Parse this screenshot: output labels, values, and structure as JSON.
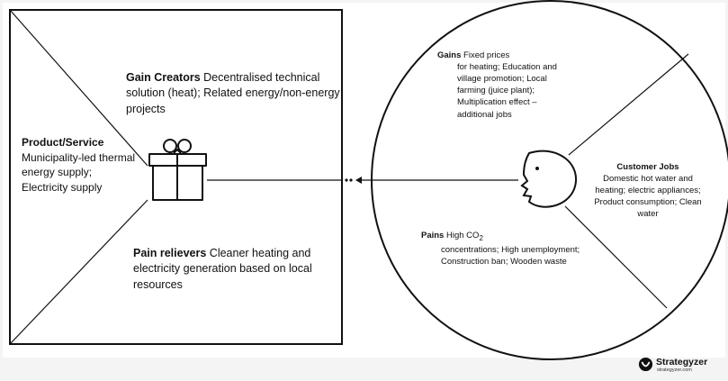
{
  "product_service": {
    "title": "Product/Service",
    "text": "Municipality-led thermal energy supply; Electricity supply"
  },
  "gain_creators": {
    "title": "Gain Creators",
    "text": "Decentralised technical solution (heat); Related energy/non-energy projects"
  },
  "pain_relievers": {
    "title": "Pain relievers",
    "text": "Cleaner heating and electricity generation based on local resources"
  },
  "gains": {
    "title": "Gains",
    "text_first": "Fixed prices",
    "text_rest": "for heating; Education and village promotion; Local farming (juice plant); Multiplication effect – additional jobs"
  },
  "customer_jobs": {
    "title": "Customer Jobs",
    "text": "Domestic hot water and heating; electric appliances; Product consumption; Clean water"
  },
  "pains": {
    "title": "Pains",
    "text_first": "High CO",
    "subscript": "2",
    "text_rest": "concentrations; High unemployment; Construction ban; Wooden waste"
  },
  "brand": {
    "name": "Strategyzer",
    "url": "strategyzer.com"
  },
  "colors": {
    "stroke": "#111111",
    "background": "#ffffff",
    "customer_panel": "#ffffff",
    "page_gray": "#f4f4f4"
  },
  "icons": [
    "gift-icon",
    "face-icon",
    "strategyzer-logo-icon"
  ]
}
